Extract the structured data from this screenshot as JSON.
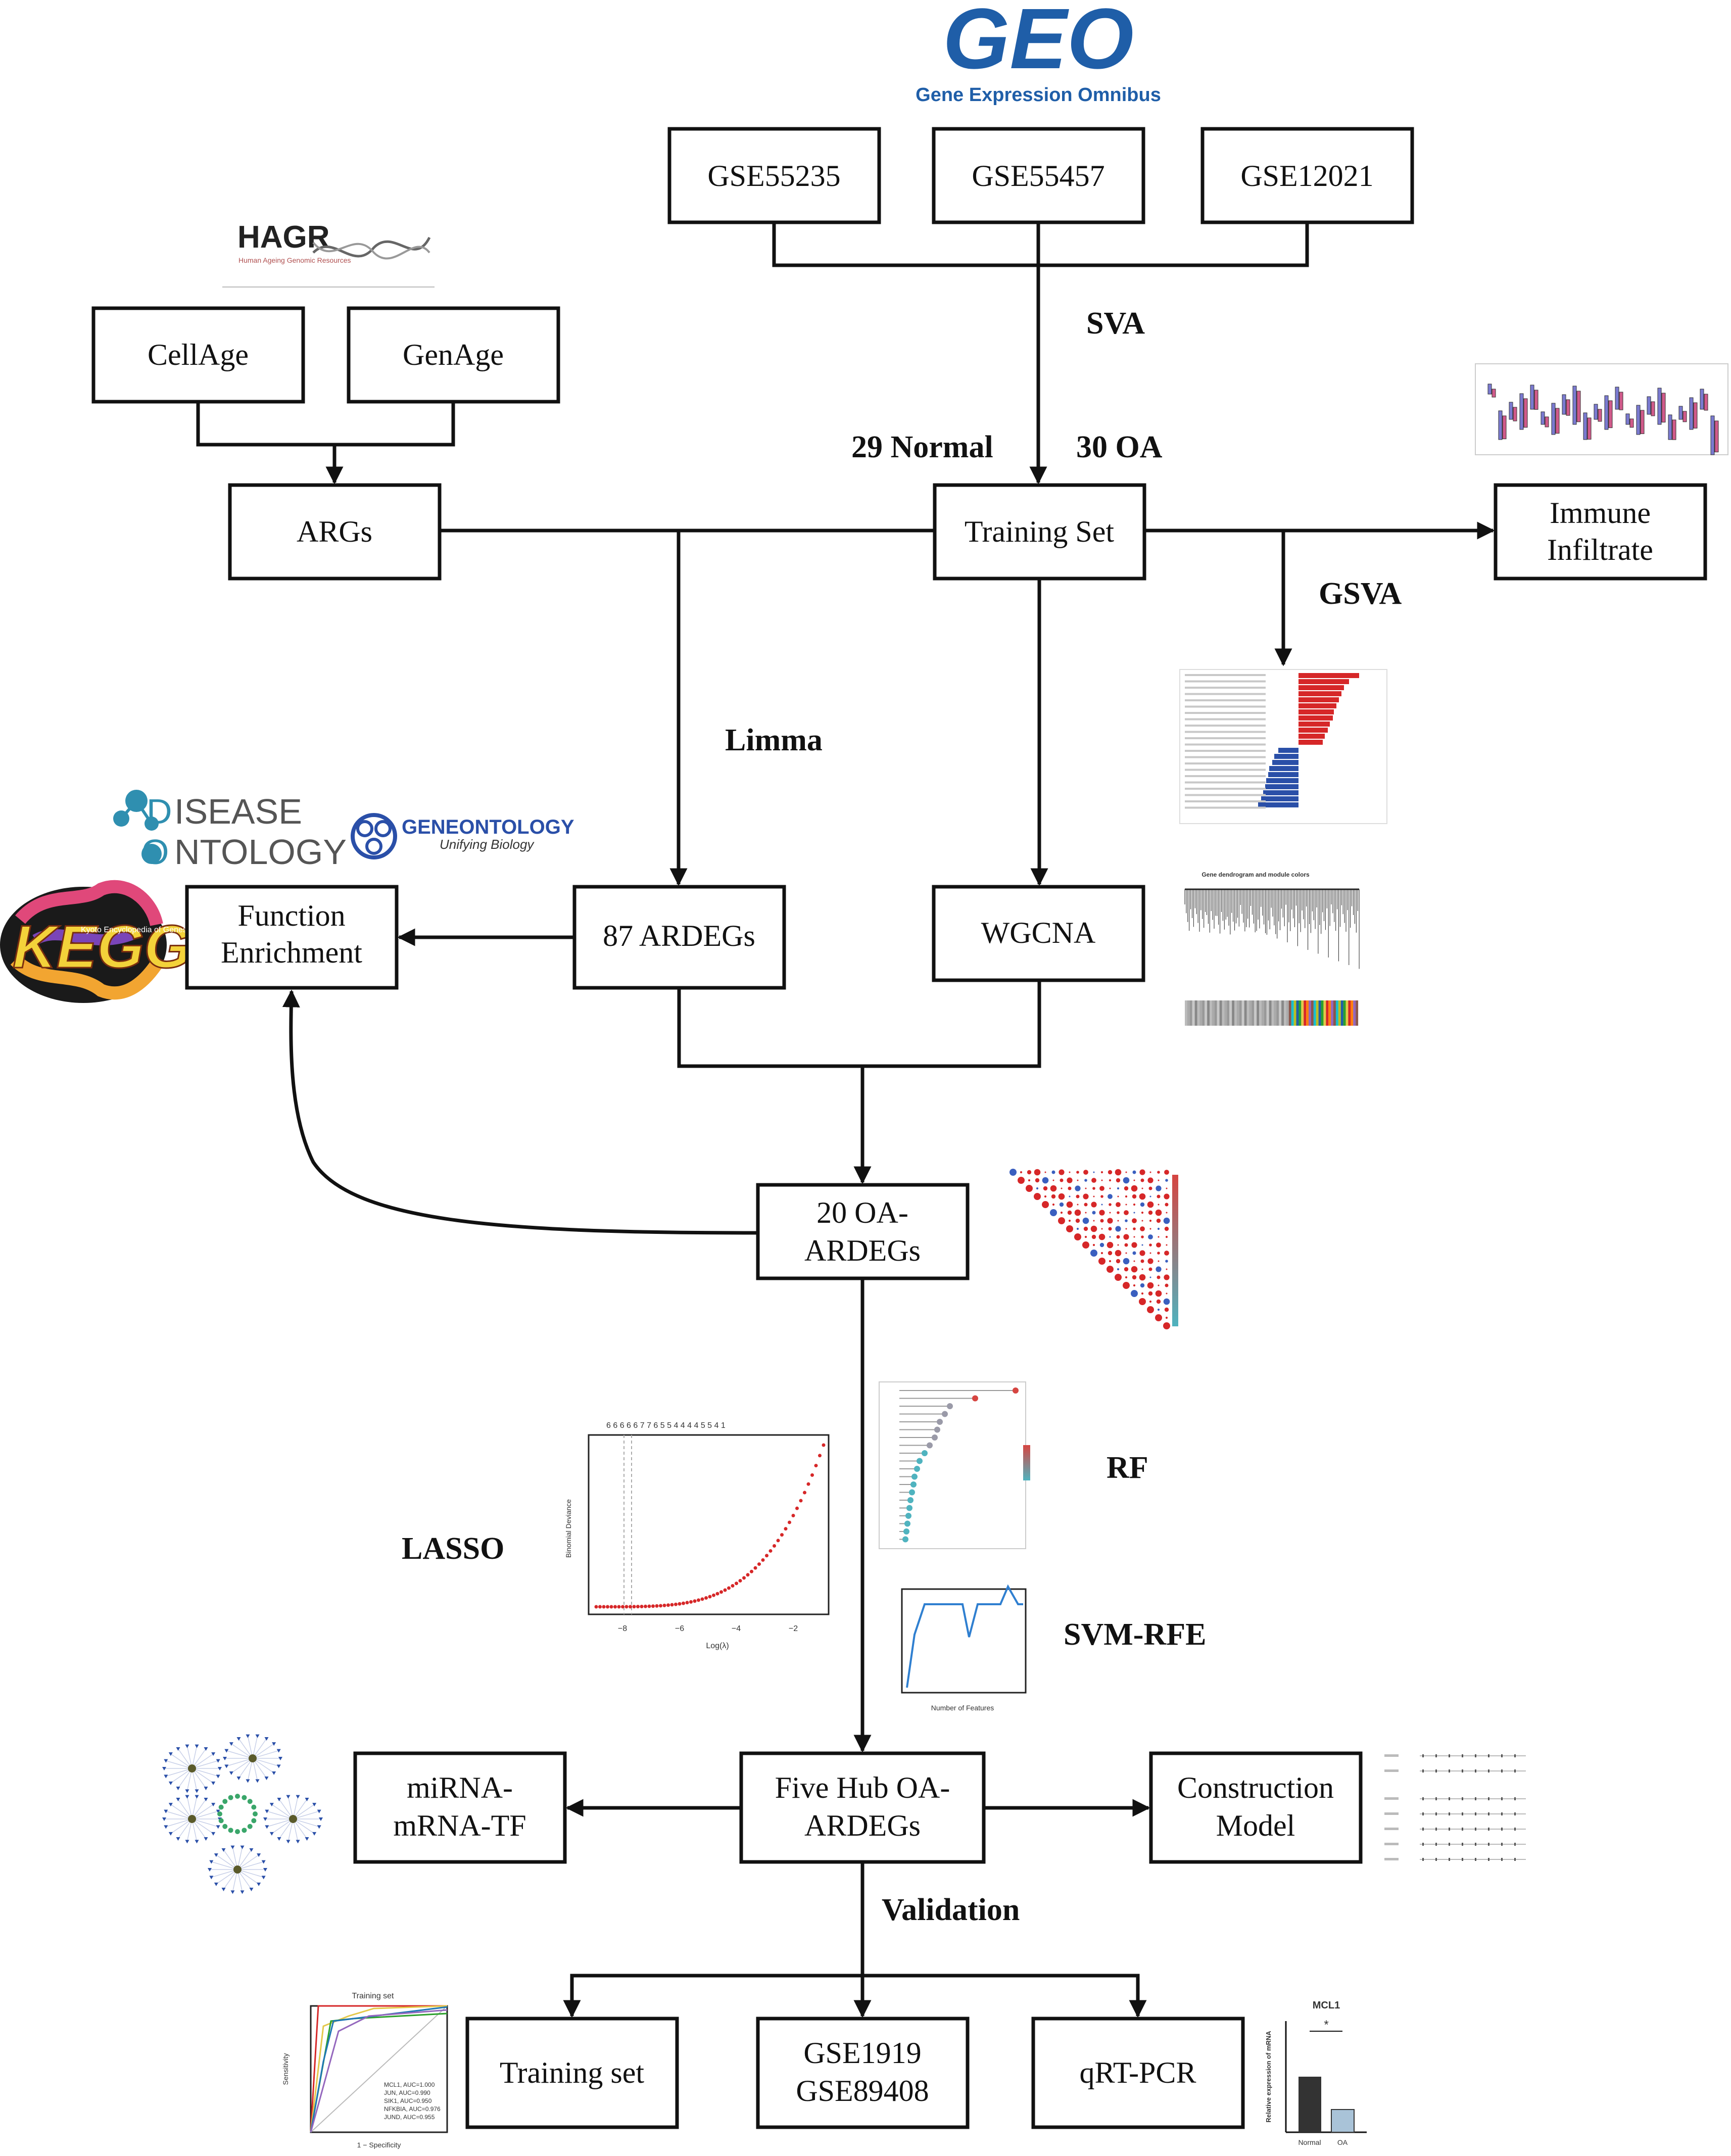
{
  "logos": {
    "geo": {
      "word": "GEO",
      "caption": "Gene Expression Omnibus"
    },
    "hagr": {
      "word": "HAGR",
      "caption": "Human Ageing Genomic Resources"
    },
    "disease_ontology": {
      "line1": "ISEASE",
      "line2": "NTOLOGY",
      "d_letter": "D",
      "o_letter": "O"
    },
    "gene_ontology": {
      "word": "GENEONTOLOGY",
      "caption": "Unifying Biology"
    },
    "kegg": {
      "word": "KEGG",
      "caption": "Kyoto Encyclopedia of Genes and Genomes"
    }
  },
  "boxes": {
    "gse55235": "GSE55235",
    "gse55457": "GSE55457",
    "gse12021": "GSE12021",
    "cellage": "CellAge",
    "genage": "GenAge",
    "args": "ARGs",
    "training_set": "Training Set",
    "immune_line1": "Immune",
    "immune_line2": "Infiltrate",
    "function_line1": "Function",
    "function_line2": "Enrichment",
    "ardegs": "87 ARDEGs",
    "wgcna": "WGCNA",
    "oa_line1": "20 OA-",
    "oa_line2": "ARDEGs",
    "mirna_line1": "miRNA-",
    "mirna_line2": "mRNA-TF",
    "hub_line1": "Five Hub OA-",
    "hub_line2": "ARDEGs",
    "model_line1": "Construction",
    "model_line2": "Model",
    "training_set2": "Training set",
    "val_line1": "GSE1919",
    "val_line2": "GSE89408",
    "qrtpcr": "qRT-PCR"
  },
  "labels": {
    "sva": "SVA",
    "normal": "29 Normal",
    "oa": "30 OA",
    "gsva": "GSVA",
    "limma": "Limma",
    "rf": "RF",
    "lasso": "LASSO",
    "svm": "SVM-RFE",
    "validation": "Validation"
  },
  "thumbs": {
    "wgcna_title": "Gene dendrogram and module colors",
    "lasso_xlabel": "Log(λ)",
    "lasso_ylabel": "Binomial Deviance",
    "lasso_ticks": [
      "−8",
      "−6",
      "−4",
      "−2"
    ],
    "lasso_top": "6 6 6 6 6 7 7 6 5 5 4 4 4 4 5 5 4 1",
    "svm_xlabel": "Number of Features",
    "roc_title": "Training set",
    "roc_xlabel": "1 − Specificity",
    "roc_ylabel": "Sensitivity",
    "roc_legend": [
      "MCL1, AUC=1.000",
      "JUN, AUC=0.990",
      "SIK1, AUC=0.950",
      "NFKBIA, AUC=0.976",
      "JUND, AUC=0.955"
    ],
    "pcr_title": "MCL1",
    "pcr_ylabel": "Relative expression of mRNA",
    "pcr_groups": [
      "Normal",
      "OA"
    ],
    "pcr_star": "*"
  },
  "colors": {
    "line": "#111111",
    "box_border": "#111111",
    "geo_blue": "#1f5ea8",
    "red": "#d62728",
    "blue": "#2a4fa8"
  }
}
